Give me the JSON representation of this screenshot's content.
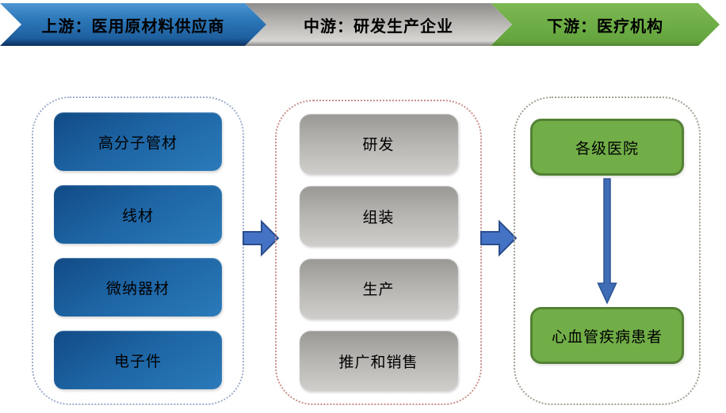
{
  "banner": {
    "stages": [
      {
        "id": "upstream",
        "label": "上游：医用原材料供应商"
      },
      {
        "id": "midstream",
        "label": "中游：研发生产企业"
      },
      {
        "id": "downstream",
        "label": "下游：医疗机构"
      }
    ]
  },
  "columns": [
    {
      "id": "upstream",
      "items": [
        "高分子管材",
        "线材",
        "微纳器材",
        "电子件"
      ]
    },
    {
      "id": "midstream",
      "items": [
        "研发",
        "组装",
        "生产",
        "推广和销售"
      ]
    },
    {
      "id": "downstream",
      "items": [
        "各级医院",
        "心血管疾病患者"
      ]
    }
  ],
  "colors": {
    "upstream_banner": "#2d78b9",
    "midstream_banner": "#b5b3b0",
    "downstream_banner": "#6cac44",
    "upstream_box": "#1d64a3",
    "midstream_box": "#b5b3b0",
    "downstream_box": "#71ae48",
    "downstream_box_border": "#538235",
    "flow_arrow": "#4472c4",
    "flow_arrow_border": "#2b4d8c",
    "upstream_dots": "#9fadcd",
    "midstream_dots": "#c98f8a",
    "downstream_dots": "#a59e93"
  }
}
